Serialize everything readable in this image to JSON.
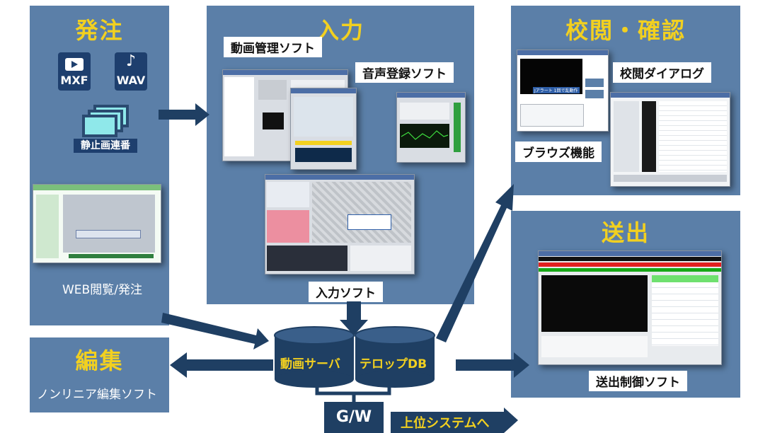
{
  "order": {
    "title": "発注",
    "mxf": "MXF",
    "wav": "WAV",
    "still": "静止画連番",
    "web_label": "WEB閲覧/発注"
  },
  "input": {
    "title": "入力",
    "video_mgmt": "動画管理ソフト",
    "audio_reg": "音声登録ソフト",
    "input_soft": "入力ソフト"
  },
  "review": {
    "title": "校閲・確認",
    "dialog": "校閲ダイアログ",
    "browse": "ブラウズ機能",
    "alert_text": "Jアラート 1回で乱動作"
  },
  "send": {
    "title": "送出",
    "control": "送出制御ソフト"
  },
  "edit": {
    "title": "編集",
    "nle": "ノンリニア編集ソフト"
  },
  "servers": {
    "video": "動画サーバ",
    "telop": "テロップDB"
  },
  "gw": {
    "label": "G/W",
    "upper": "上位システムへ"
  },
  "colors": {
    "panel": "#5b7fa8",
    "title": "#f2d020",
    "arrow": "#1f3f63"
  }
}
